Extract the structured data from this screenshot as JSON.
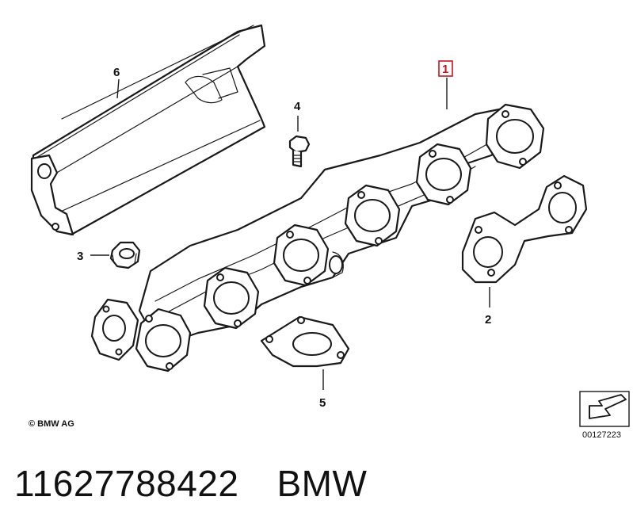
{
  "callouts": {
    "part_1": "1",
    "part_2": "2",
    "part_3": "3",
    "part_4": "4",
    "part_5": "5",
    "part_6": "6"
  },
  "copyright": "© BMW AG",
  "diagram_code": "00127223",
  "footer": {
    "part_number": "11627788422",
    "brand": "BMW"
  },
  "colors": {
    "highlight_box": "#c8141e",
    "line": "#1a1a1a"
  },
  "icons": {
    "orientation": "arrow-to-lower-left-icon"
  }
}
